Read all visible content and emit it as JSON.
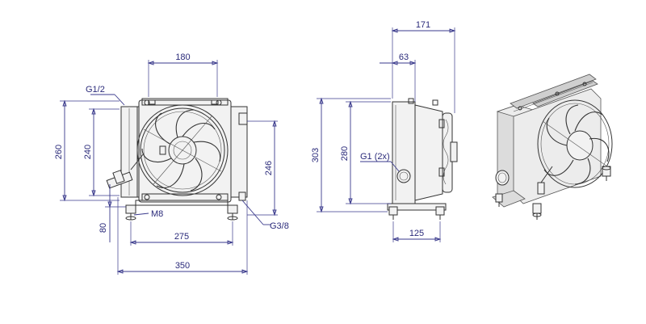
{
  "dimensions": {
    "front_width_top": "180",
    "front_height_outer": "260",
    "front_height_inner": "240",
    "front_height_right": "246",
    "front_foot_height": "80",
    "front_foot_spacing": "275",
    "front_total_width": "350",
    "side_total_depth": "171",
    "side_offset": "63",
    "side_height_outer": "303",
    "side_height_inner": "280",
    "side_foot_spacing": "125"
  },
  "callouts": {
    "port_top": "G1/2",
    "port_bottom": "G3/8",
    "mount_thread": "M8",
    "side_ports": "G1 (2x)"
  }
}
